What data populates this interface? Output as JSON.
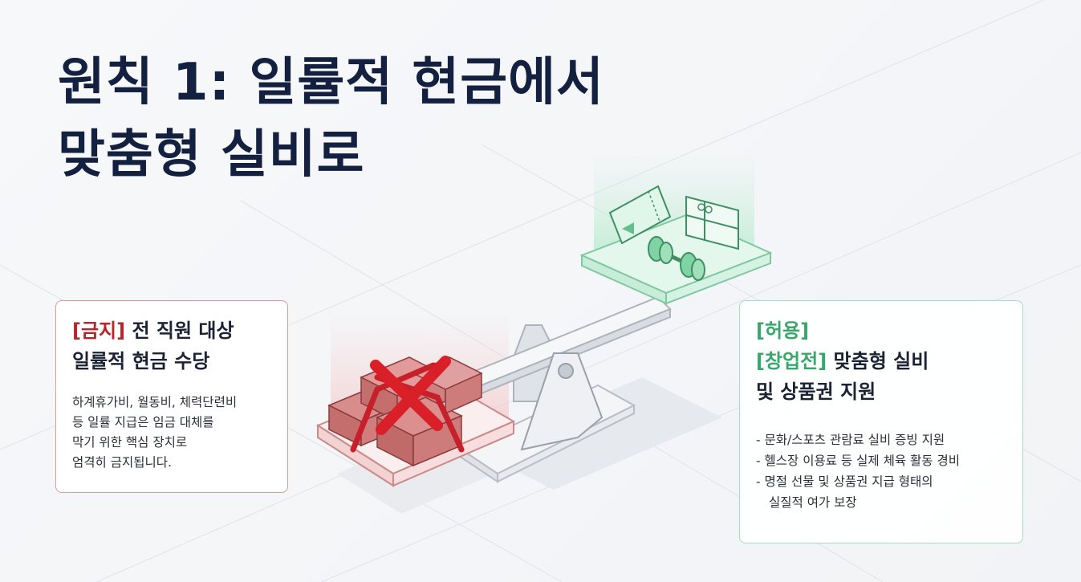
{
  "title": {
    "line1": "원칙 1: 일률적 현금에서",
    "line2": "맞춤형 실비로"
  },
  "prohibited": {
    "tag": "[금지]",
    "heading_rest": " 전 직원 대상",
    "heading_line2": "일률적 현금 수당",
    "body": [
      "하계휴가비, 월동비, 체력단련비",
      "등 일률 지급은 임금 대체를",
      "막기 위한 핵심 장치로",
      "엄격히 금지됩니다."
    ]
  },
  "allowed": {
    "tag1": "[허용]",
    "tag2": "[창업전]",
    "heading_rest": " 맞춤형 실비",
    "heading_line3": "및 상품권 지원",
    "items": [
      "- 문화/스포츠 관람료 실비 증빙 지원",
      "- 헬스장 이용료 등 실제 체육 활동 경비",
      "- 명절 선물 및 상품권 지급 형태의"
    ],
    "item3_cont": "실질적 여가 보장"
  },
  "colors": {
    "title": "#13203f",
    "prohibited_accent": "#b3262b",
    "allowed_accent": "#3aa76a",
    "prohibited_border": "#d99a9a",
    "allowed_border": "#a8dcbf"
  },
  "icons": [
    "cash-bundle-icon",
    "red-x-icon",
    "ribbon-icon",
    "ticket-icon",
    "gift-card-icon",
    "dumbbell-icon",
    "seesaw-icon"
  ]
}
